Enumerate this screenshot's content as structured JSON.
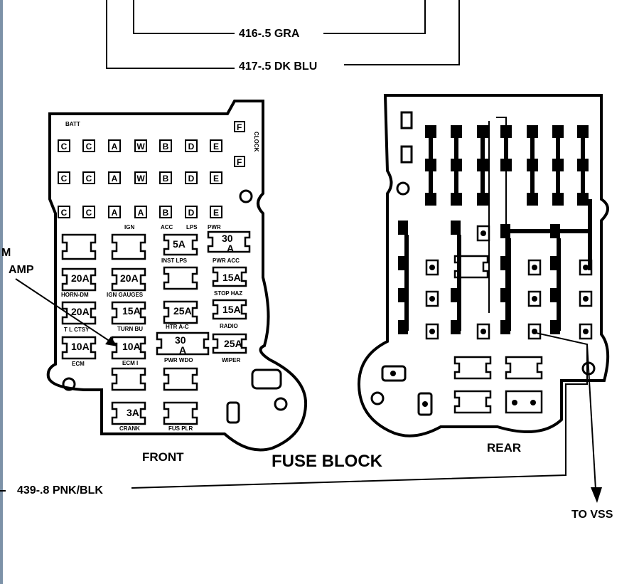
{
  "title": "FUSE BLOCK",
  "top_wires": {
    "w416": "416-.5 GRA",
    "w417": "417-.5 DK BLU"
  },
  "bottom_wire": "439-.8 PNK/BLK",
  "to_vss": "TO VSS",
  "left_callout": {
    "line1": "M",
    "line2": "AMP"
  },
  "front": {
    "label": "FRONT",
    "batt": "BATT",
    "clock": "CLOCK",
    "f_marks": [
      "F",
      "F"
    ],
    "rows": [
      [
        "C",
        "C",
        "A",
        "W",
        "B",
        "D",
        "E"
      ],
      [
        "C",
        "C",
        "A",
        "W",
        "B",
        "D",
        "E"
      ],
      [
        "C",
        "C",
        "A",
        "A",
        "B",
        "D",
        "E"
      ]
    ],
    "column_labels": {
      "ign": "IGN",
      "acc": "ACC",
      "lps": "LPS",
      "pwr": "PWR"
    },
    "fuses": {
      "f30a_top": "30",
      "f30a_bot": "A",
      "f5a": "5A",
      "f20a_1": "20A",
      "f20a_2": "20A",
      "f15a_1": "15A",
      "f20a_3": "20A",
      "f15a_2": "15A",
      "f25a_1": "25A",
      "f15a_3": "15A",
      "f10a_1": "10A",
      "f10a_2": "10A",
      "f30a2_top": "30",
      "f30a2_bot": "A",
      "f25a_2": "25A",
      "f3a": "3A"
    },
    "fuse_labels": {
      "inst_lps": "INST LPS",
      "pwr_acc": "PWR ACC",
      "horn_dm": "HORN-DM",
      "ign_gauges": "IGN GAUGES",
      "stop_haz": "STOP HAZ",
      "tl_ctsy": "T L CTSY",
      "turn_bu": "TURN BU",
      "htr_ac": "HTR A-C",
      "radio": "RADIO",
      "ecm": "ECM",
      "ecm_i": "ECM I",
      "pwr_wdo": "PWR WDO",
      "wiper": "WIPER",
      "crank": "CRANK",
      "fus_plr": "FUS PLR"
    }
  },
  "rear": {
    "label": "REAR"
  }
}
